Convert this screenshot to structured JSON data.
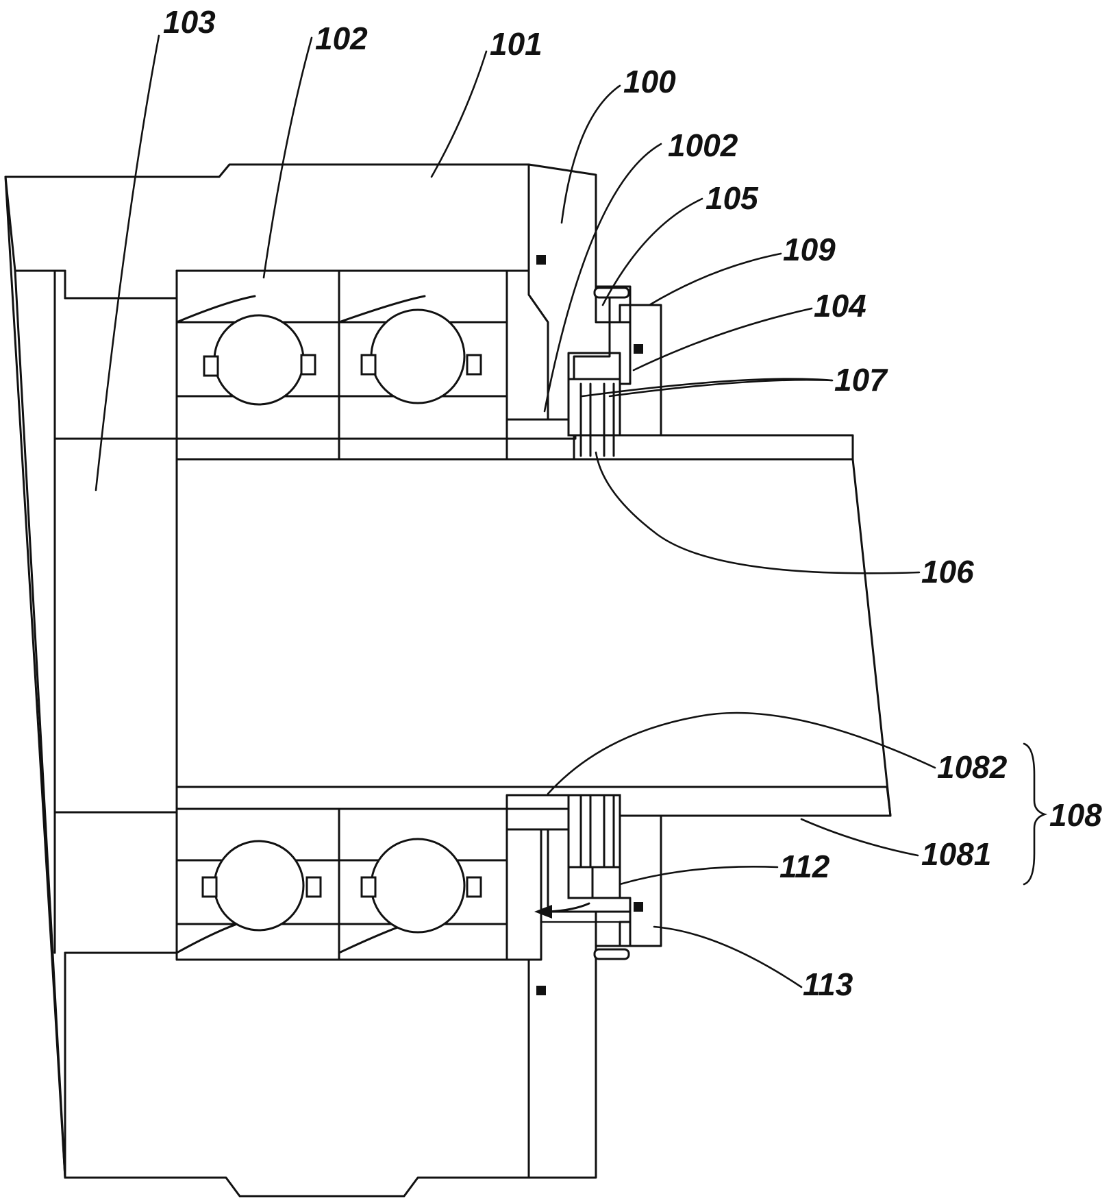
{
  "figure": {
    "labels": {
      "l103": "103",
      "l102": "102",
      "l101": "101",
      "l100": "100",
      "l1002": "1002",
      "l105": "105",
      "l109": "109",
      "l104": "104",
      "l107": "107",
      "l106": "106",
      "l1082": "1082",
      "l108": "108",
      "l1081": "1081",
      "l112": "112",
      "l113": "113"
    }
  }
}
